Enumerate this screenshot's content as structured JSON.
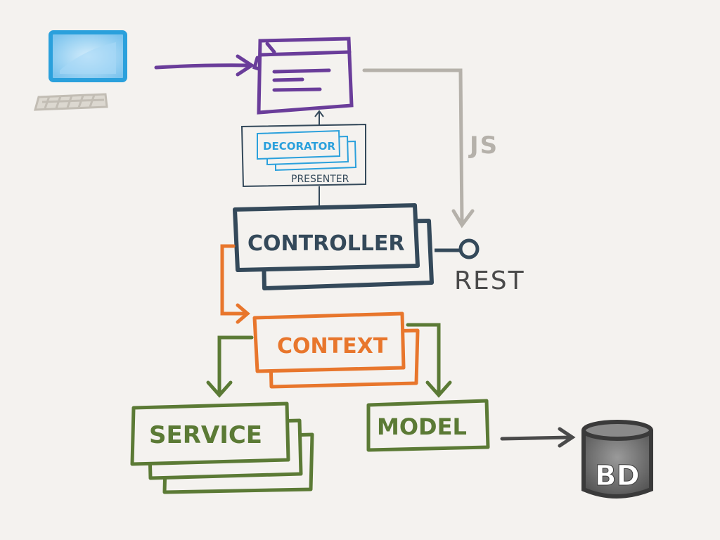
{
  "labels": {
    "decorator": "DECORATOR",
    "presenter": "PRESENTER",
    "controller": "CONTROLLER",
    "rest": "REST",
    "js": "JS",
    "context": "CONTEXT",
    "service": "SERVICE",
    "model": "MODEL",
    "db": "BD"
  },
  "colors": {
    "background": "#f4f2ef",
    "purple": "#6a3d9a",
    "blue": "#2aa0dc",
    "slate": "#34495a",
    "gray": "#b5b1aa",
    "orange": "#e8762c",
    "green": "#5b7a35",
    "dark_gray": "#4a4a4a",
    "keyboard": "#c2bdb4"
  },
  "icons": {
    "computer": "computer-icon",
    "browser_window": "browser-window-icon",
    "database": "database-icon"
  }
}
